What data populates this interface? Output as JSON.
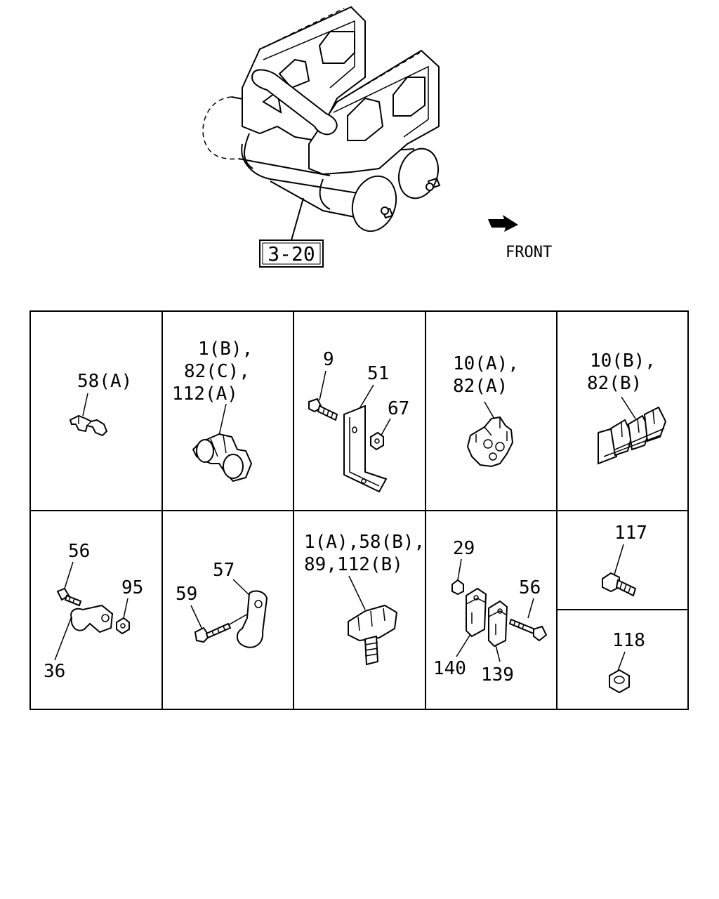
{
  "assembly": {
    "ref_box": "3-20",
    "direction_label": "FRONT"
  },
  "parts": {
    "cell_1": {
      "label": "58(A)"
    },
    "cell_2": {
      "line1": "1(B),",
      "line2": "82(C),",
      "line3": "112(A)"
    },
    "cell_3": {
      "bolt": "9",
      "bracket": "51",
      "nut": "67"
    },
    "cell_4": {
      "line1": "10(A),",
      "line2": "82(A)"
    },
    "cell_5": {
      "line1": "10(B),",
      "line2": "82(B)"
    },
    "cell_6": {
      "bolt": "56",
      "nut": "95",
      "clamp": "36"
    },
    "cell_7": {
      "clamp": "57",
      "bolt": "59"
    },
    "cell_8": {
      "line1": "1(A),58(B),",
      "line2": "89,112(B)"
    },
    "cell_9": {
      "nut": "29",
      "bolt": "56",
      "left_block": "140",
      "right_block": "139"
    },
    "cell_10": {
      "label": "117"
    },
    "cell_11": {
      "label": "118"
    }
  }
}
